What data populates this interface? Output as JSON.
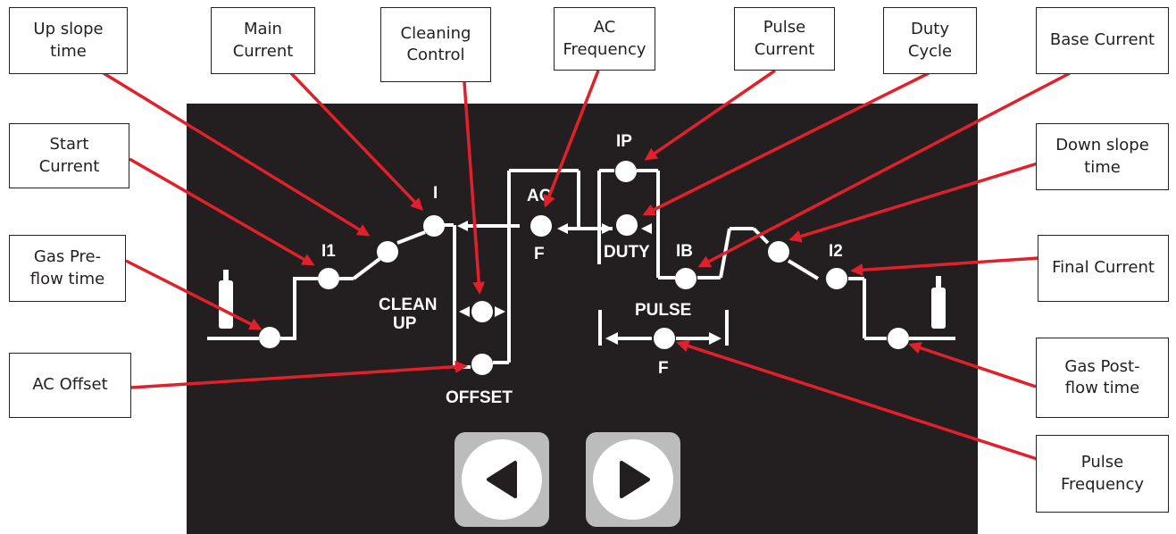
{
  "callouts": {
    "up_slope": "Up slope\ntime",
    "main_current": "Main\nCurrent",
    "cleaning_control": "Cleaning\nControl",
    "ac_frequency": "AC\nFrequency",
    "pulse_current": "Pulse\nCurrent",
    "duty_cycle": "Duty\nCycle",
    "base_current": "Base Current",
    "start_current": "Start\nCurrent",
    "down_slope": "Down slope\ntime",
    "gas_preflow": "Gas Pre-\nflow time",
    "final_current": "Final Current",
    "ac_offset": "AC Offset",
    "gas_postflow": "Gas Post-\nflow time",
    "pulse_frequency": "Pulse\nFrequency"
  },
  "panel_labels": {
    "i1": "I1",
    "i": "I",
    "ac": "AC",
    "ac_f": "F",
    "ip": "IP",
    "duty": "DUTY",
    "ib": "IB",
    "i2": "I2",
    "clean": "CLEAN",
    "up": "UP",
    "offset": "OFFSET",
    "pulse": "PULSE",
    "pulse_f": "F"
  },
  "nav": {
    "prev_icon": "triangle-left-icon",
    "next_icon": "triangle-right-icon"
  },
  "colors": {
    "panel": "#231f20",
    "arrow": "#e0202a",
    "line": "#ffffff",
    "button": "#bcbcbc"
  }
}
